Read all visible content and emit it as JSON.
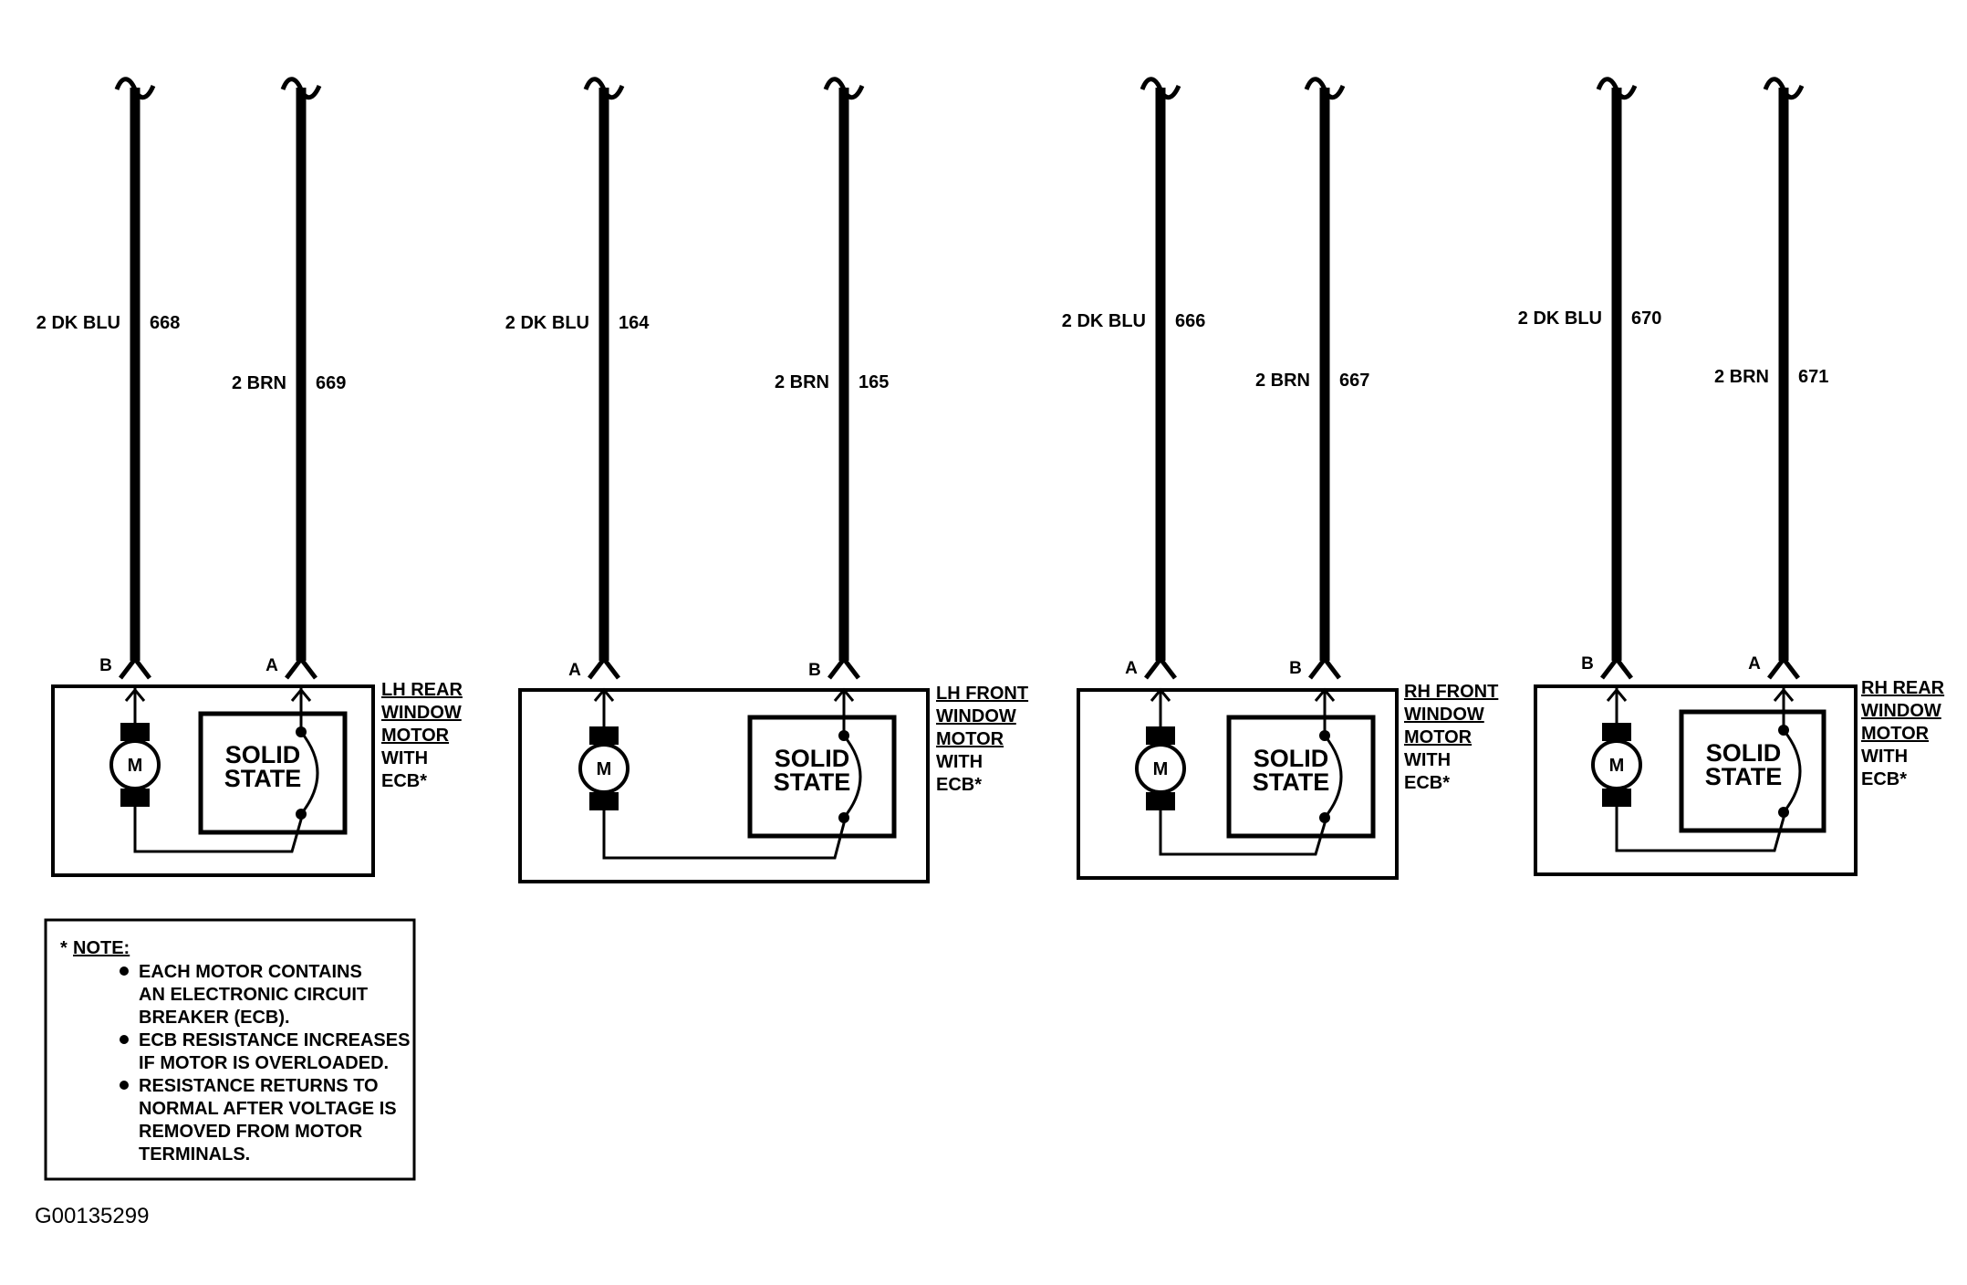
{
  "figure_id": "G00135299",
  "motors": [
    {
      "id": "lh-rear",
      "left_pin": "B",
      "right_pin": "A",
      "wire_left": {
        "label": "2 DK BLU",
        "circuit": "668"
      },
      "wire_right": {
        "label": "2 BRN",
        "circuit": "669"
      },
      "label_lines": [
        "LH REAR",
        "WINDOW",
        "MOTOR"
      ],
      "plain_lines": [
        "WITH",
        "ECB*"
      ],
      "motor_symbol": "M",
      "solid_state": [
        "SOLID",
        "STATE"
      ]
    },
    {
      "id": "lh-front",
      "left_pin": "A",
      "right_pin": "B",
      "wire_left": {
        "label": "2 DK BLU",
        "circuit": "164"
      },
      "wire_right": {
        "label": "2 BRN",
        "circuit": "165"
      },
      "label_lines": [
        "LH FRONT",
        "WINDOW",
        "MOTOR"
      ],
      "plain_lines": [
        "WITH",
        "ECB*"
      ],
      "motor_symbol": "M",
      "solid_state": [
        "SOLID",
        "STATE"
      ]
    },
    {
      "id": "rh-front",
      "left_pin": "A",
      "right_pin": "B",
      "wire_left": {
        "label": "2 DK BLU",
        "circuit": "666"
      },
      "wire_right": {
        "label": "2 BRN",
        "circuit": "667"
      },
      "label_lines": [
        "RH FRONT",
        "WINDOW",
        "MOTOR"
      ],
      "plain_lines": [
        "WITH",
        "ECB*"
      ],
      "motor_symbol": "M",
      "solid_state": [
        "SOLID",
        "STATE"
      ]
    },
    {
      "id": "rh-rear",
      "left_pin": "B",
      "right_pin": "A",
      "wire_left": {
        "label": "2 DK BLU",
        "circuit": "670"
      },
      "wire_right": {
        "label": "2 BRN",
        "circuit": "671"
      },
      "label_lines": [
        "RH REAR",
        "WINDOW",
        "MOTOR"
      ],
      "plain_lines": [
        "WITH",
        "ECB*"
      ],
      "motor_symbol": "M",
      "solid_state": [
        "SOLID",
        "STATE"
      ]
    }
  ],
  "note": {
    "star": "*",
    "title": "NOTE:",
    "bullets": [
      [
        "EACH MOTOR CONTAINS",
        "AN ELECTRONIC CIRCUIT",
        "BREAKER (ECB)."
      ],
      [
        "ECB RESISTANCE INCREASES",
        "IF MOTOR IS OVERLOADED."
      ],
      [
        "RESISTANCE RETURNS TO",
        "NORMAL AFTER VOLTAGE IS",
        "REMOVED FROM MOTOR",
        "TERMINALS."
      ]
    ]
  }
}
